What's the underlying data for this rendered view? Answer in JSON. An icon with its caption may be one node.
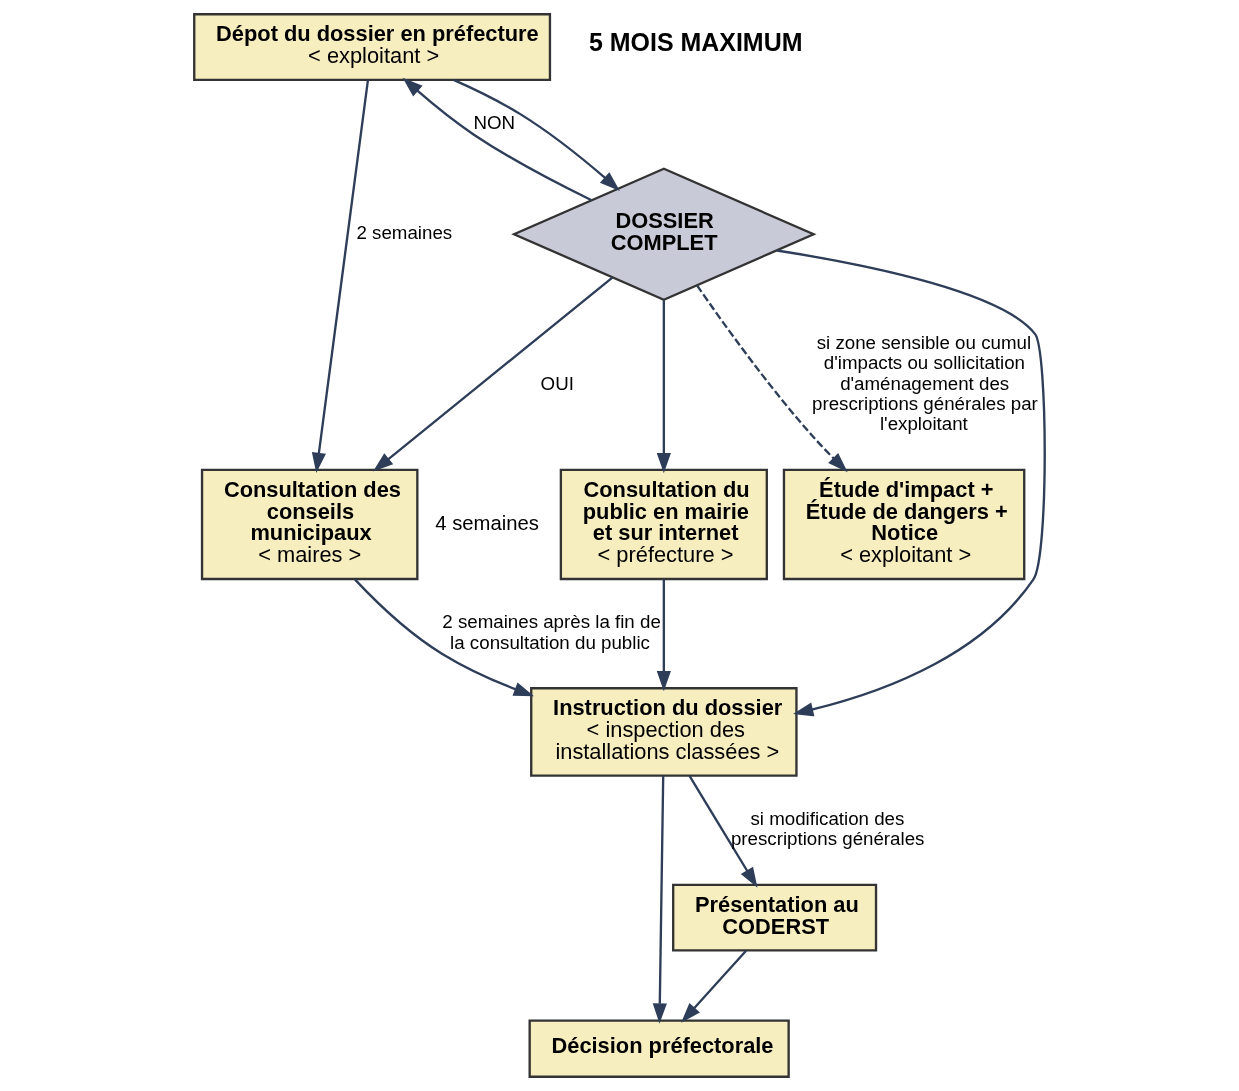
{
  "diagram": {
    "nodes": [
      {
        "text": [
          "Dépot du dossier en préfecture",
          "< exploitant >"
        ]
      },
      {
        "text": [
          "DOSSIER COMPLET"
        ]
      },
      {
        "text": [
          "Consultation des conseils municipaux",
          "< maires >"
        ]
      },
      {
        "text": [
          "Consultation du public en mairie et sur internet",
          "< préfecture >"
        ],
        "beside": [
          "4 semaines"
        ]
      },
      {
        "text": [
          "Étude d'impact + Étude de dangers + Notice",
          "< exploitant >"
        ]
      },
      {
        "text": [
          "Instruction du dossier",
          "< inspection des installations classées >"
        ]
      },
      {
        "text": [
          "Présentation au CODERST"
        ]
      },
      {
        "text": [
          "Décision préfectorale"
        ]
      }
    ],
    "edges": [
      {
        "from": 0,
        "to": 1,
        "arrow": "to"
      },
      {
        "from": 1,
        "to": 0,
        "arrow": "to",
        "label": "NON"
      },
      {
        "from": 0,
        "to": 2,
        "arrow": "to",
        "label": "2 semaines"
      },
      {
        "from": 1,
        "to": 2,
        "arrow": "to",
        "label": "OUI"
      },
      {
        "from": 1,
        "to": 5,
        "arrow": "to"
      },
      {
        "from": 1,
        "to": 3,
        "arrow": "to"
      },
      {
        "from": 1,
        "to": 4,
        "arrow": "to",
        "style": "dashed",
        "label": "si zone sensible ou cumul d'impacts ou sollicitation d'aménagement des prescriptions générales par l'exploitant"
      },
      {
        "from": 2,
        "to": 5,
        "arrow": "to",
        "label": "2 semaines après la fin de la consultation du public"
      },
      {
        "from": 3,
        "to": 5,
        "arrow": "to"
      },
      {
        "from": 5,
        "to": 6,
        "arrow": "to",
        "label": "si modification des prescriptions générales"
      },
      {
        "from": 5,
        "to": 7,
        "arrow": "to"
      },
      {
        "from": 6,
        "to": 7,
        "arrow": "to"
      }
    ],
    "labels": [
      "5 MOIS MAXIMUM"
    ]
  }
}
